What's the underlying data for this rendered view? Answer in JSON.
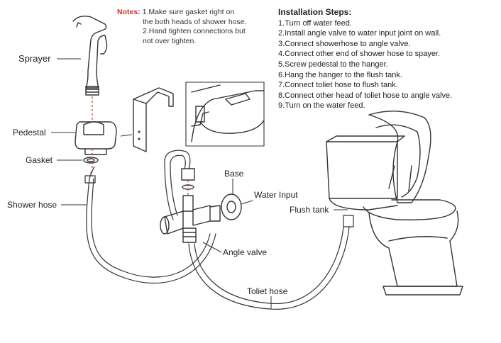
{
  "notes": {
    "title": "Notes:",
    "lines": [
      "1.Make sure gasket right on",
      "the both heads of shower hose.",
      "2.Hand tighten connections but",
      "not over tighten."
    ]
  },
  "installation": {
    "title": "Installation Steps:",
    "steps": [
      "1.Turn off water feed.",
      "2.Install angle valve to water input joint on wall.",
      "3.Connect showerhose to angle valve.",
      "4.Connect other end of shower hose to spayer.",
      "5.Screw pedestal to the hanger.",
      "6.Hang the hanger to the flush tank.",
      "7.Connect toliet hose to flush tank.",
      "8.Connect other head of toliet hose to angle valve.",
      "9.Turn on the water feed."
    ]
  },
  "labels": {
    "sprayer": "Sprayer",
    "pedestal": "Pedestal",
    "gasket": "Gasket",
    "shower_hose": "Shower hose",
    "base": "Base",
    "water_input": "Water Input",
    "flush_tank": "Flush tank",
    "angle_valve": "Angle valve",
    "toilet_hose": "Toliet hose"
  },
  "colors": {
    "notes_title": "#d0312d",
    "guide_dashes": "#d0312d",
    "line_art": "#333333"
  }
}
